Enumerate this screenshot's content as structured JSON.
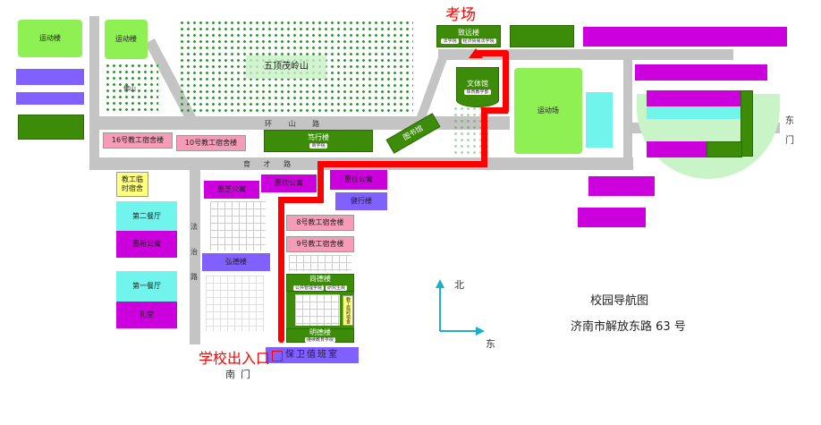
{
  "title": "校园导航图",
  "address": "济南市解放东路 63 号",
  "exam_label": "考场",
  "entrance_label": "学校出入口",
  "south_gate": "南门",
  "east_gate": "东门",
  "compass": {
    "north": "北",
    "east": "东"
  },
  "roads": {
    "huanshan": "环 山 路",
    "yucai": "育 才 路",
    "fazhi": "法 治 路"
  },
  "areas": {
    "mountain": "五顶茂岭山",
    "small_mountain": "佛山"
  },
  "buildings": {
    "sports1": "运动楼",
    "sports2": "运动楼",
    "dorm16": "16号教工宿舍楼",
    "dorm10": "10号教工宿舍楼",
    "duxing": "笃行楼",
    "duxing_tag": "商学院",
    "library": "图书馆",
    "zhiyuan": "致远楼",
    "zhiyuan_tag1": "法学院",
    "zhiyuan_tag2": "经济贸易法学院",
    "wenti": "文体馆",
    "wenti_tag": "体育教学部",
    "field": "运动场",
    "huizhi": "惠芝公寓",
    "huixin": "惠欣公寓",
    "huijia": "惠佳公寓",
    "jianxing": "健行楼",
    "temp_dorm": "教工临时宿舍",
    "canteen2": "第二餐厅",
    "huixi": "惠希公寓",
    "canteen1": "第一餐厅",
    "auditorium": "礼堂",
    "dorm8": "8号教工宿舍楼",
    "dorm9": "9号教工宿舍楼",
    "hongde": "弘德楼",
    "shangde": "尚德楼",
    "shangde_tag1": "公共管理学院",
    "shangde_tag2": "研究生院",
    "temp_dorm2": "教工临时宿舍",
    "mingde": "明德楼",
    "mingde_tag": "继续教育学院",
    "guard": "保卫值班室"
  },
  "colors": {
    "route": "#ff0000",
    "teaching": "#3c8c0a",
    "apartment": "#cc00dd"
  }
}
